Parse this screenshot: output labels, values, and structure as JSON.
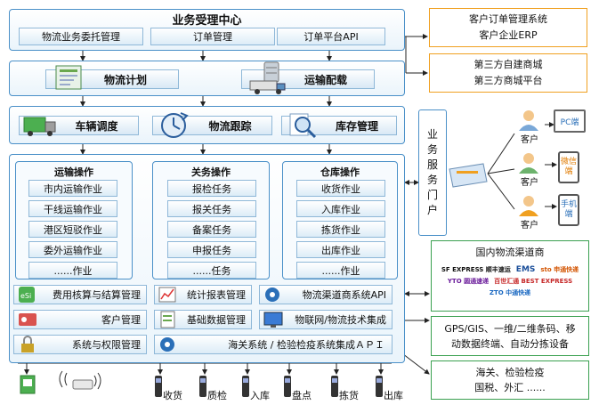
{
  "top": {
    "title": "业务受理中心",
    "cells": [
      "物流业务委托管理",
      "订单管理",
      "订单平台API"
    ]
  },
  "plan": {
    "labels": [
      "物流计划",
      "运输配载"
    ]
  },
  "ops": {
    "labels": [
      "车辆调度",
      "物流跟踪",
      "库存管理"
    ]
  },
  "columns": [
    {
      "title": "运输操作",
      "items": [
        "市内运输作业",
        "干线运输作业",
        "港区短驳作业",
        "委外运输作业",
        "......作业"
      ]
    },
    {
      "title": "关务操作",
      "items": [
        "报检任务",
        "报关任务",
        "备案任务",
        "申报任务",
        "......任务"
      ]
    },
    {
      "title": "仓库操作",
      "items": [
        "收货作业",
        "入库作业",
        "拣货作业",
        "出库作业",
        "......作业"
      ]
    }
  ],
  "bottom_rows": [
    [
      "费用核算与结算管理",
      "统计报表管理",
      "物流渠道商系统API"
    ],
    [
      "客户管理",
      "基础数据管理",
      "物联网/物流技术集成"
    ],
    [
      "系统与权限管理",
      "海关系统 / 检验检疫系统集成ＡＰＩ"
    ]
  ],
  "right": {
    "orange1": [
      "客户订单管理系统",
      "客户企业ERP"
    ],
    "orange2": [
      "第三方自建商城",
      "第三方商城平台"
    ],
    "portal": [
      "业",
      "务",
      "服",
      "务",
      "门",
      "户"
    ],
    "clients": [
      "客户",
      "客户",
      "客户"
    ],
    "terminals": [
      "PC端",
      "微信端",
      "手机端"
    ],
    "green1_title": "国内物流渠道商",
    "logos": [
      "SF EXPRESS 顺丰速运",
      "EMS",
      "sto 申通快递",
      "YTO 圆通速递",
      "百世汇通 BEST EXPRESS",
      "ZTO 中通快递"
    ],
    "green2": [
      "GPS/GIS、一维/二维条码、移",
      "动数据终端、自动分拣设备"
    ],
    "green3": [
      "海关、检验检疫",
      "国税、外汇 ......"
    ]
  },
  "devices": [
    "收货",
    "质检",
    "入库",
    "盘点",
    "拣货",
    "出库"
  ],
  "colors": {
    "panel_border": "#4a90c8",
    "orange": "#f0a020",
    "green": "#3aa050",
    "arrow": "#222222"
  }
}
